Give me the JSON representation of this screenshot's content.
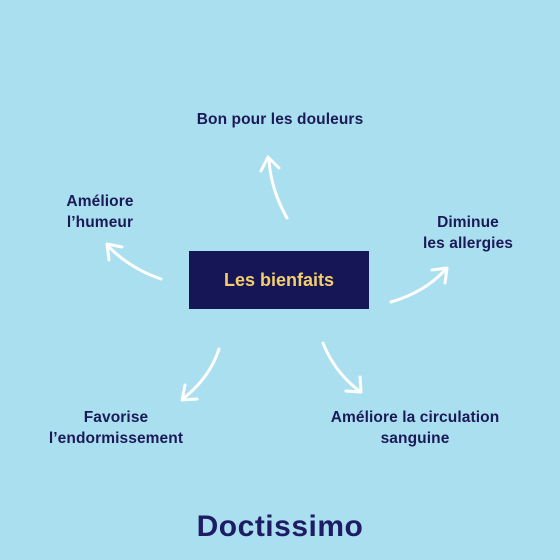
{
  "center": {
    "label": "Les bienfaits"
  },
  "benefits": [
    {
      "line1": "Bon pour les douleurs",
      "line2": ""
    },
    {
      "line1": "Améliore",
      "line2": "l’humeur"
    },
    {
      "line1": "Diminue",
      "line2": "les allergies"
    },
    {
      "line1": "Favorise",
      "line2": "l’endormissement"
    },
    {
      "line1": "Améliore la circulation",
      "line2": "sanguine"
    }
  ],
  "brand": {
    "name": "Doctissimo"
  },
  "colors": {
    "background": "#aadff0",
    "center_box": "#161657",
    "center_text": "#f3cf6c",
    "text": "#1b1a57",
    "arrows": "#ffffff"
  }
}
